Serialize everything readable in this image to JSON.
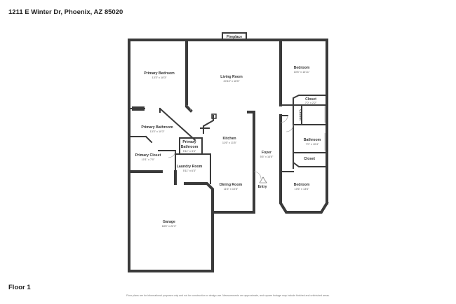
{
  "header": {
    "address": "1211 E Winter Dr, Phoenix, AZ 85020"
  },
  "footer": {
    "floor": "Floor 1",
    "disclaimer": "Floor plans are for informational purposes only and not for construction or design use. Measurements are approximate, and square footage may include finished and unfinished areas."
  },
  "plan": {
    "fireplace": "Fireplace",
    "entry": "Entry",
    "rooms": {
      "primary_bedroom": {
        "name": "Primary Bedroom",
        "dim": "13'3\" x 18'3\""
      },
      "living_room": {
        "name": "Living Room",
        "dim": "20'10\" x 16'5\""
      },
      "bedroom_top": {
        "name": "Bedroom",
        "dim": "10'6\" x 14'11\""
      },
      "closet_top": {
        "name": "Closet",
        "dim": "7'0\" x 2'2\""
      },
      "closet_side": {
        "name": "Closet"
      },
      "primary_bathroom": {
        "name": "Primary Bathroom",
        "dim": "13'3\" x 10'3\""
      },
      "primary_bathroom_small": {
        "name1": "Primary",
        "name2": "Bathroom",
        "dim": "5'11\" x 3'4\""
      },
      "kitchen": {
        "name": "Kitchen",
        "dim": "11'6\" x 11'5\""
      },
      "foyer": {
        "name": "Foyer",
        "dim": "5'6\" x 14'5\""
      },
      "bathroom": {
        "name": "Bathroom",
        "dim": "7'0\" x 10'4\""
      },
      "closet_mid": {
        "name": "Closet"
      },
      "primary_closet": {
        "name": "Primary Closet",
        "dim": "10'1\" x 7'0\""
      },
      "laundry_room": {
        "name": "Laundry Room",
        "dim": "5'11\" x 6'3\""
      },
      "dining_room": {
        "name": "Dining Room",
        "dim": "11'6\" x 10'8\""
      },
      "bedroom_bottom": {
        "name": "Bedroom",
        "dim": "10'6\" x 13'6\""
      },
      "garage": {
        "name": "Garage",
        "dim": "18'6\" x 22'3\""
      }
    }
  }
}
